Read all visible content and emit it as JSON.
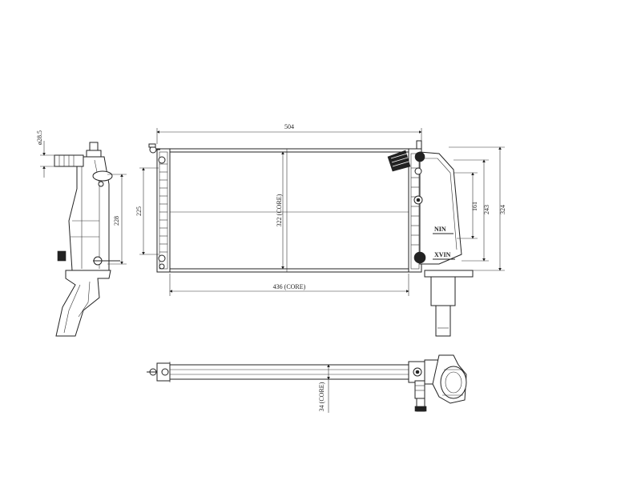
{
  "drawing": {
    "dimensions": {
      "overall_width": "504",
      "core_width": "436 (CORE)",
      "core_height": "322 (CORE)",
      "tank_height_left": "225",
      "overall_height": "324",
      "inlet_pitch": "243",
      "fitting_distance": "161",
      "side_height": "228",
      "pipe_diameter": "ø28.5",
      "core_depth": "34 (CORE)"
    },
    "fitting_labels": {
      "upper": "NIN",
      "lower": "XVIN"
    },
    "colors": {
      "line": "#222222",
      "background": "#ffffff"
    }
  }
}
